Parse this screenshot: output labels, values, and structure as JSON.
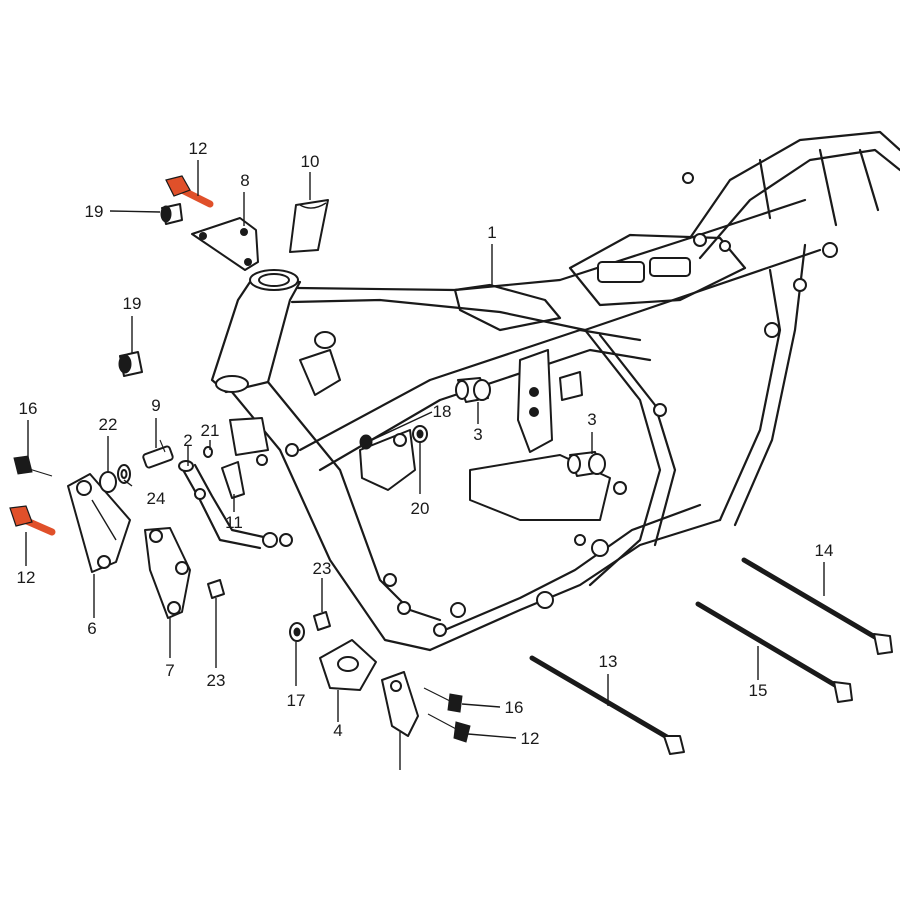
{
  "highlight_color": "#e0502a",
  "ink_color": "#1a1a1a",
  "callouts": [
    {
      "id": "c12a",
      "label": "12"
    },
    {
      "id": "c19a",
      "label": "19"
    },
    {
      "id": "c8",
      "label": "8"
    },
    {
      "id": "c10",
      "label": "10"
    },
    {
      "id": "c1",
      "label": "1"
    },
    {
      "id": "c19b",
      "label": "19"
    },
    {
      "id": "c9",
      "label": "9"
    },
    {
      "id": "c16a",
      "label": "16"
    },
    {
      "id": "c22",
      "label": "22"
    },
    {
      "id": "c2",
      "label": "2"
    },
    {
      "id": "c21",
      "label": "21"
    },
    {
      "id": "c18",
      "label": "18"
    },
    {
      "id": "c3a",
      "label": "3"
    },
    {
      "id": "c3b",
      "label": "3"
    },
    {
      "id": "c24",
      "label": "24"
    },
    {
      "id": "c11",
      "label": "11"
    },
    {
      "id": "c20",
      "label": "20"
    },
    {
      "id": "c12b",
      "label": "12"
    },
    {
      "id": "c6",
      "label": "6"
    },
    {
      "id": "c7",
      "label": "7"
    },
    {
      "id": "c23a",
      "label": "23"
    },
    {
      "id": "c23b",
      "label": "23"
    },
    {
      "id": "c17",
      "label": "17"
    },
    {
      "id": "c4",
      "label": "4"
    },
    {
      "id": "c16b",
      "label": "16"
    },
    {
      "id": "c12c",
      "label": "12"
    },
    {
      "id": "c13",
      "label": "13"
    },
    {
      "id": "c14",
      "label": "14"
    },
    {
      "id": "c15",
      "label": "15"
    }
  ]
}
